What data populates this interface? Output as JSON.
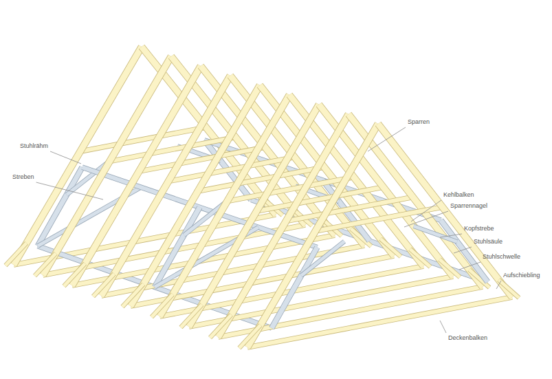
{
  "diagram": {
    "labels": [
      "Stuhlrähm",
      "Streben",
      "Sparren",
      "Kehlbalken",
      "Sparrennagel",
      "Kopfstrebe",
      "Stuhlsäule",
      "Stuhlschwelle",
      "Aufschiebling",
      "Deckenbalken"
    ]
  }
}
